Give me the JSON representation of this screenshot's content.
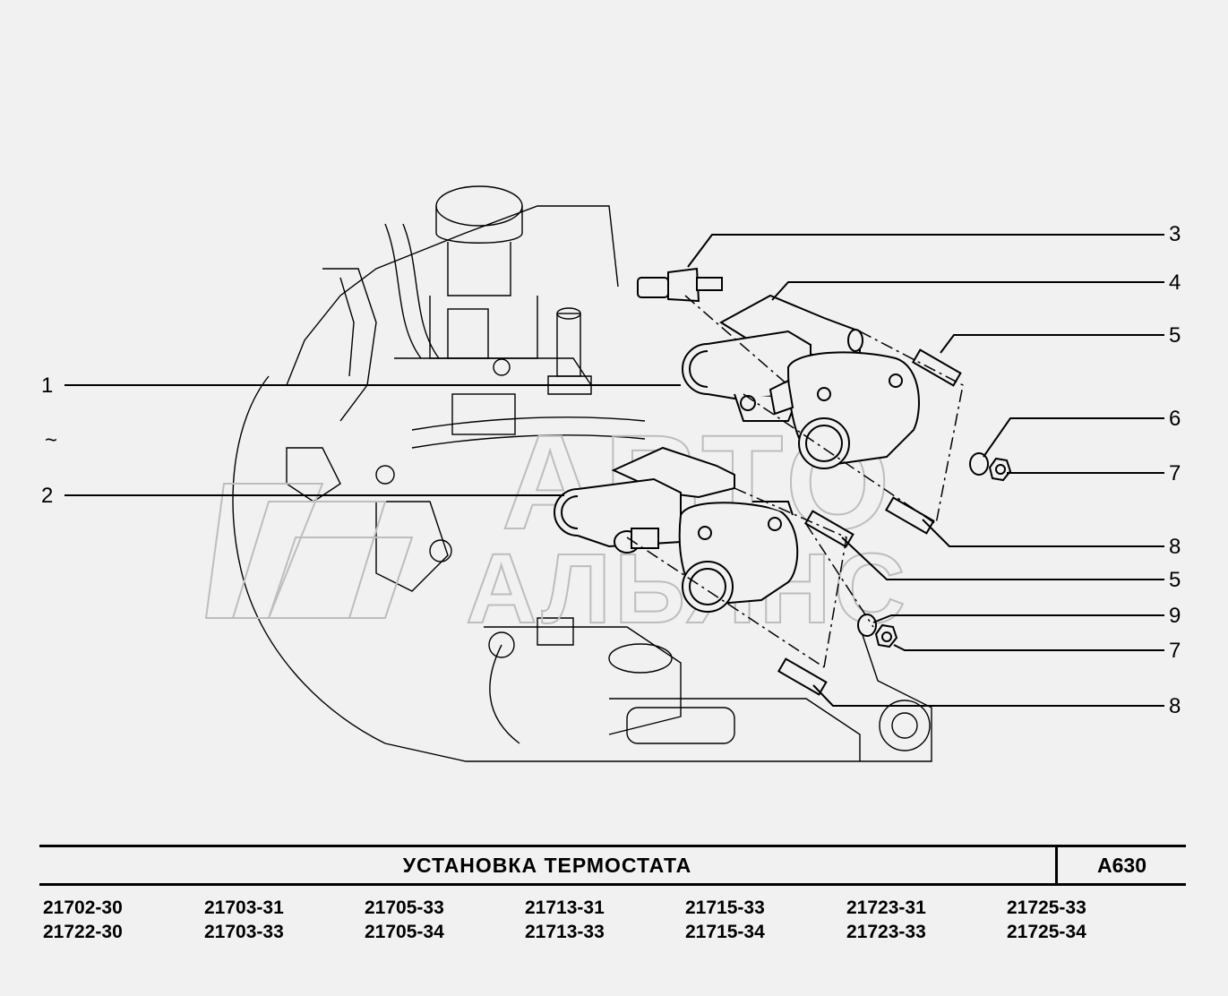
{
  "title": "УСТАНОВКА ТЕРМОСТАТА",
  "code": "A630",
  "callouts": [
    {
      "id": "c1",
      "label": "1"
    },
    {
      "id": "c-tilde",
      "label": "~"
    },
    {
      "id": "c2",
      "label": "2"
    },
    {
      "id": "c3",
      "label": "3"
    },
    {
      "id": "c4",
      "label": "4"
    },
    {
      "id": "c5a",
      "label": "5"
    },
    {
      "id": "c6",
      "label": "6"
    },
    {
      "id": "c7a",
      "label": "7"
    },
    {
      "id": "c8a",
      "label": "8"
    },
    {
      "id": "c5b",
      "label": "5"
    },
    {
      "id": "c9",
      "label": "9"
    },
    {
      "id": "c7b",
      "label": "7"
    },
    {
      "id": "c8b",
      "label": "8"
    }
  ],
  "models": [
    [
      "21702-30",
      "21722-30"
    ],
    [
      "21703-31",
      "21703-33"
    ],
    [
      "21705-33",
      "21705-34"
    ],
    [
      "21713-31",
      "21713-33"
    ],
    [
      "21715-33",
      "21715-34"
    ],
    [
      "21723-31",
      "21723-33"
    ],
    [
      "21725-33",
      "21725-34"
    ]
  ],
  "watermark": {
    "line1": "АВТО",
    "line2": "АЛЬЯНС"
  },
  "colors": {
    "background": "#f1f1f1",
    "ink": "#000000",
    "watermark": "#cfcfcf"
  }
}
